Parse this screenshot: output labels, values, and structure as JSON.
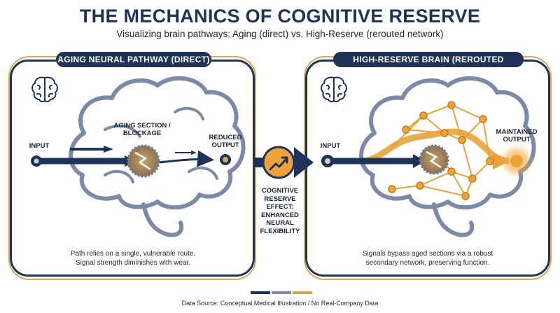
{
  "title": "THE MECHANICS OF COGNITIVE RESERVE",
  "subtitle": "Visualizing brain pathways: Aging (direct) vs. High-Reserve (rerouted network)",
  "left_panel": {
    "header": "AGING NEURAL PATHWAY (DIRECT)",
    "input_label": "INPUT",
    "blockage_label_line1": "AGING SECTION /",
    "blockage_label_line2": "BLOCKAGE",
    "output_label_line1": "REDUCED",
    "output_label_line2": "OUTPUT",
    "caption_line1": "Path relies on a single, vulnerable route.",
    "caption_line2": "Signal strength diminishes with wear."
  },
  "center": {
    "label_lines": [
      "COGNITIVE",
      "RESERVE",
      "EFFECT:",
      "ENHANCED",
      "NEURAL",
      "FLEXIBILITY"
    ],
    "icon": "trending-up-icon"
  },
  "right_panel": {
    "header": "HIGH-RESERVE BRAIN (REROUTED NETWORK)",
    "input_label": "INPUT",
    "output_label_line1": "MAINTAINED",
    "output_label_line2": "OUTPUT",
    "caption_line1": "Signals bypass aged sections via a robust",
    "caption_line2": "secondary network, preserving function."
  },
  "footer": "Data Source: Conceptual Medical Illustration / No Real-Company Data",
  "colors": {
    "navy": "#1f3358",
    "gold": "#e8a33a",
    "slate": "#7d8aa6",
    "tan": "#d9a857"
  }
}
